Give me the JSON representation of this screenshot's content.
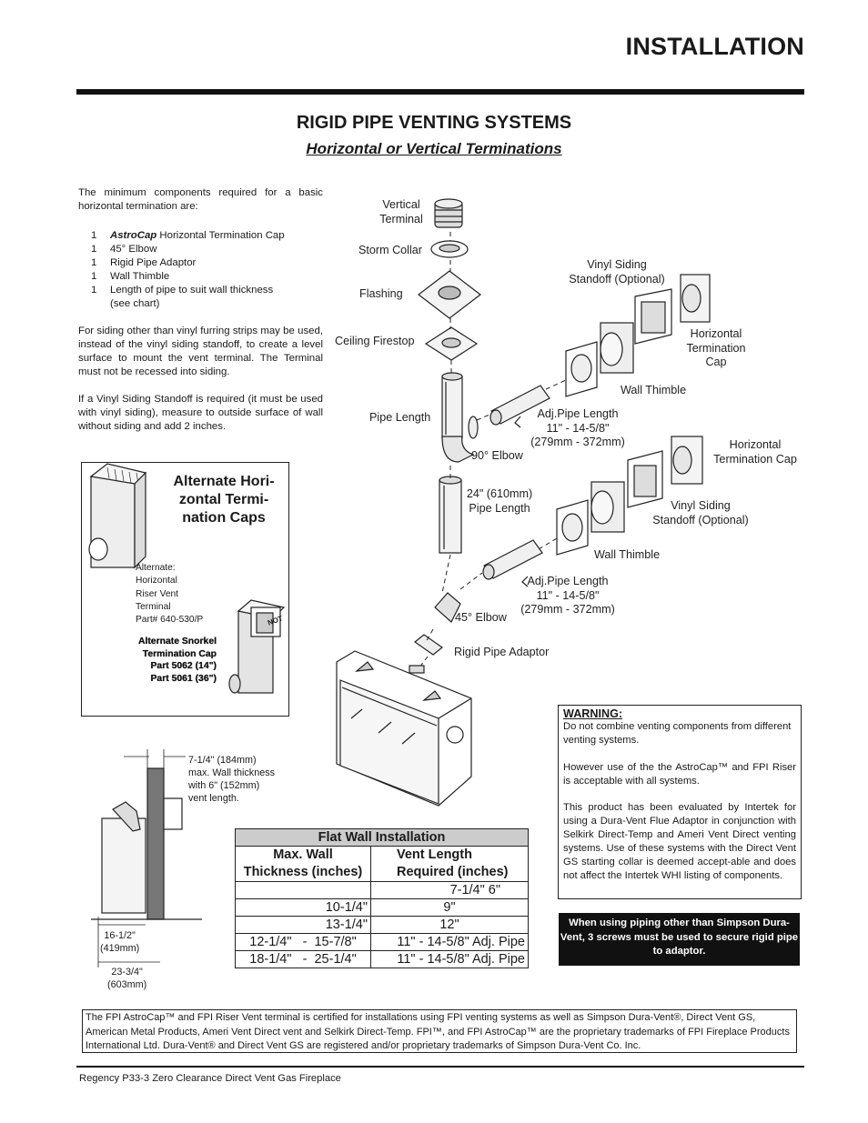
{
  "header": {
    "page_title": "INSTALLATION"
  },
  "section": {
    "title": "RIGID PIPE VENTING SYSTEMS",
    "subtitle": "Horizontal or Vertical Terminations"
  },
  "intro": {
    "p1": "The minimum components required for a basic horizontal termination are:",
    "components": [
      {
        "qty": "1",
        "brand": "AstroCap",
        "text": " Horizontal Termination Cap"
      },
      {
        "qty": "1",
        "brand": "",
        "text": "45° Elbow"
      },
      {
        "qty": "1",
        "brand": "",
        "text": "Rigid Pipe Adaptor"
      },
      {
        "qty": "1",
        "brand": "",
        "text": "Wall Thimble"
      },
      {
        "qty": "1",
        "brand": "",
        "text": "Length of pipe to suit wall thickness"
      },
      {
        "qty": "",
        "brand": "",
        "text": "(see chart)"
      }
    ],
    "p2": "For siding other than vinyl furring strips may be used, instead of the vinyl siding standoff, to create a level surface to mount the vent terminal. The Terminal must not be recessed into siding.",
    "p3": "If a Vinyl Siding Standoff is required (it must be used with vinyl siding), measure to outside surface of wall without siding and add 2 inches."
  },
  "diagram_labels": {
    "vertical_terminal": "Vertical\nTerminal",
    "storm_collar": "Storm Collar",
    "flashing": "Flashing",
    "ceiling_firestop": "Ceiling Firestop",
    "pipe_length": "Pipe Length",
    "elbow_90": "90° Elbow",
    "pipe_24": "24\" (610mm)\nPipe Length",
    "elbow_45": "45° Elbow",
    "rigid_pipe_adaptor": "Rigid Pipe Adaptor",
    "vinyl_standoff_top": "Vinyl Siding\nStandoff (Optional)",
    "htc_top": "Horizontal\nTermination\nCap",
    "wall_thimble_top": "Wall Thimble",
    "adj_pipe_top": "Adj.Pipe Length\n11\" - 14-5/8\"\n(279mm - 372mm)",
    "htc_mid": "Horizontal\nTermination Cap",
    "vinyl_standoff_mid": "Vinyl Siding\nStandoff (Optional)",
    "wall_thimble_mid": "Wall Thimble",
    "adj_pipe_mid": "Adj.Pipe Length\n11\" - 14-5/8\"\n(279mm - 372mm)"
  },
  "alternate": {
    "title": "Alternate Hori-\nzontal Termi-\nnation Caps",
    "riser": "Alternate:\nHorizontal\nRiser Vent\nTerminal\nPart# 640-530/P",
    "snorkel": "Alternate Snorkel\nTermination Cap\nPart 5062 (14\")\nPart 5061 (36\")",
    "not_label": "NOT"
  },
  "side_diagram": {
    "wall_note": "7-1/4\" (184mm)\nmax. Wall thickness\nwith 6\" (152mm)\nvent length.",
    "dim1": "16-1/2\"\n(419mm)",
    "dim2": "23-3/4\"\n(603mm)"
  },
  "table": {
    "title": "Flat Wall Installation",
    "col1_header": "Max. Wall\nThickness (inches)",
    "col2_header": "Vent Length\nRequired (inches)",
    "rows": [
      [
        "",
        "7-1/4\"      6\""
      ],
      [
        "10-1/4\"",
        "9\""
      ],
      [
        "13-1/4\"",
        "12\""
      ],
      [
        "12-1/4\"   -  15-7/8\"",
        "11\" - 14-5/8\" Adj. Pipe"
      ],
      [
        "18-1/4\"   -  25-1/4\"",
        "11\" - 14-5/8\" Adj. Pipe"
      ]
    ]
  },
  "warning": {
    "heading": "WARNING:",
    "p1": "Do not combine venting components from different venting systems.",
    "p2": "However use of the the AstroCap™ and FPI Riser is acceptable with all systems.",
    "p3": "This product has been evaluated by Intertek for using a Dura-Vent Flue Adaptor in conjunction with Selkirk Direct-Temp and Ameri Vent Direct venting systems. Use of these systems with the Direct Vent GS starting collar is deemed accept-able and does not affect the Intertek WHI listing of components."
  },
  "screw_note": "When using piping other than Simpson Dura-Vent, 3 screws must be used to secure rigid pipe to adaptor.",
  "trademark_note": "The FPI AstroCap™ and FPI Riser Vent terminal is certified for installations using FPI venting systems as well as Simpson Dura-Vent®, Direct Vent GS, American Metal Products, Ameri Vent Direct vent and Selkirk Direct-Temp. FPI™, and FPI AstroCap™ are the proprietary trademarks of FPI Fireplace Products International Ltd. Dura-Vent® and Direct Vent GS are registered and/or proprietary trademarks of Simpson Dura-Vent Co. Inc.",
  "footer": "Regency P33-3 Zero Clearance Direct Vent Gas Fireplace"
}
